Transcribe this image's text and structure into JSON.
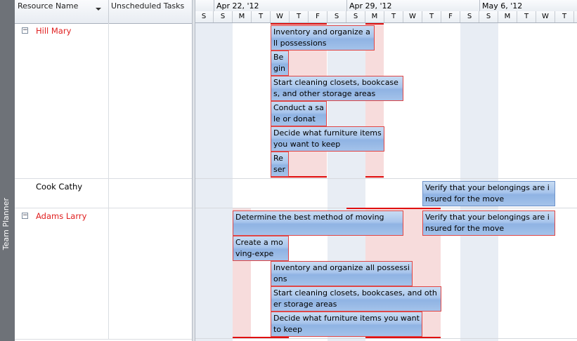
{
  "sidebar": {
    "label": "Team Planner"
  },
  "columns": {
    "resource_name": "Resource Name",
    "unscheduled": "Unscheduled Tasks"
  },
  "timescale": {
    "weeks": [
      "Apr 22, '12",
      "Apr 29, '12",
      "May 6, '12"
    ],
    "days": [
      "S",
      "S",
      "M",
      "T",
      "W",
      "T",
      "F",
      "S",
      "S",
      "M",
      "T",
      "W",
      "T",
      "F",
      "S",
      "S",
      "M",
      "T",
      "W",
      "T"
    ]
  },
  "resources": [
    {
      "name": "Hill Mary",
      "overallocated": true,
      "collapsible": true
    },
    {
      "name": "Cook Cathy",
      "overallocated": false,
      "collapsible": false
    },
    {
      "name": "Adams Larry",
      "overallocated": true,
      "collapsible": true
    }
  ],
  "tasks": {
    "t1": "Inventory and organize all possessions",
    "t2": "Begin",
    "t3": "Start cleaning closets, bookcases, and other storage areas",
    "t4": "Conduct a sale or donat",
    "t5": "Decide what furniture items you want to keep",
    "t6": "Reserv",
    "t7": "Verify that your belongings are insured for the move",
    "t8": "Determine the best method of moving",
    "t9": "Verify that your belongings are insured for the move",
    "t10": "Create a moving-expe",
    "t11": "Inventory and organize all possessions",
    "t12": "Start cleaning closets, bookcases, and other storage areas",
    "t13": "Decide what furniture items you want to keep"
  }
}
